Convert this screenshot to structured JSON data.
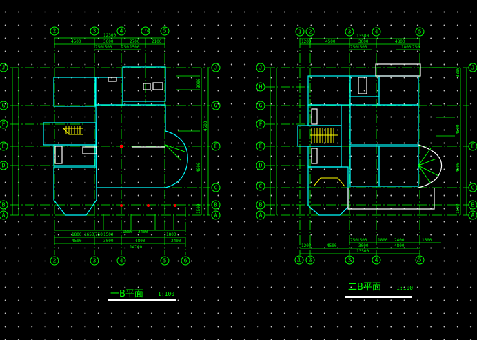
{
  "plan1": {
    "title": "一B平面",
    "scale": "1:100",
    "axes_top": [
      "2",
      "3",
      "4",
      "1/4",
      "5"
    ],
    "axes_bottom": [
      "2",
      "3",
      "4",
      "5",
      "6"
    ],
    "axes_left": [
      "J",
      "G",
      "F",
      "E",
      "D",
      "B",
      "A"
    ],
    "axes_right": [
      "J",
      "G",
      "E",
      "C",
      "B",
      "A"
    ],
    "dims_top": {
      "total": "12300",
      "row2": [
        "4500",
        "3000",
        "2700",
        "2100"
      ],
      "row3": [
        "750",
        "1500",
        "750",
        "1500"
      ]
    },
    "dims_bottom": {
      "row1": [
        "1800",
        "1650",
        "750",
        "1500",
        "1800",
        "2400",
        "1800"
      ],
      "row2": [
        "4500",
        "3000",
        "4800",
        "2400"
      ],
      "total": "14700"
    },
    "dims_right": [
      "3900",
      "4500",
      "4800",
      "1500"
    ]
  },
  "plan2": {
    "title": "二B平面",
    "scale": "1:100",
    "axes_top": [
      "1",
      "2",
      "3",
      "4",
      "5"
    ],
    "axes_bottom": [
      "1",
      "2",
      "3",
      "4",
      "5"
    ],
    "axes_left": [
      "J",
      "H",
      "G",
      "F",
      "E",
      "D",
      "C",
      "B",
      "A"
    ],
    "axes_right": [
      "J",
      "E",
      "C",
      "B",
      "A"
    ],
    "dims_top": {
      "total": "13500",
      "row2": [
        "1200",
        "4500",
        "3000",
        "4800"
      ],
      "row3": [
        "750",
        "1500",
        "1800",
        "750"
      ]
    },
    "dims_bottom": {
      "row1": [
        "750",
        "1500",
        "1800",
        "2400",
        "1600"
      ],
      "row2": [
        "1200",
        "4500",
        "3000",
        "4800"
      ],
      "total": "13500"
    },
    "dims_right": [
      "3300",
      "4500",
      "4800",
      "1500"
    ]
  },
  "colors": {
    "background": "#000000",
    "axis": "#00ff00",
    "wall": "#00ffff",
    "stair": "#ffff00",
    "marker": "#ff0000"
  }
}
